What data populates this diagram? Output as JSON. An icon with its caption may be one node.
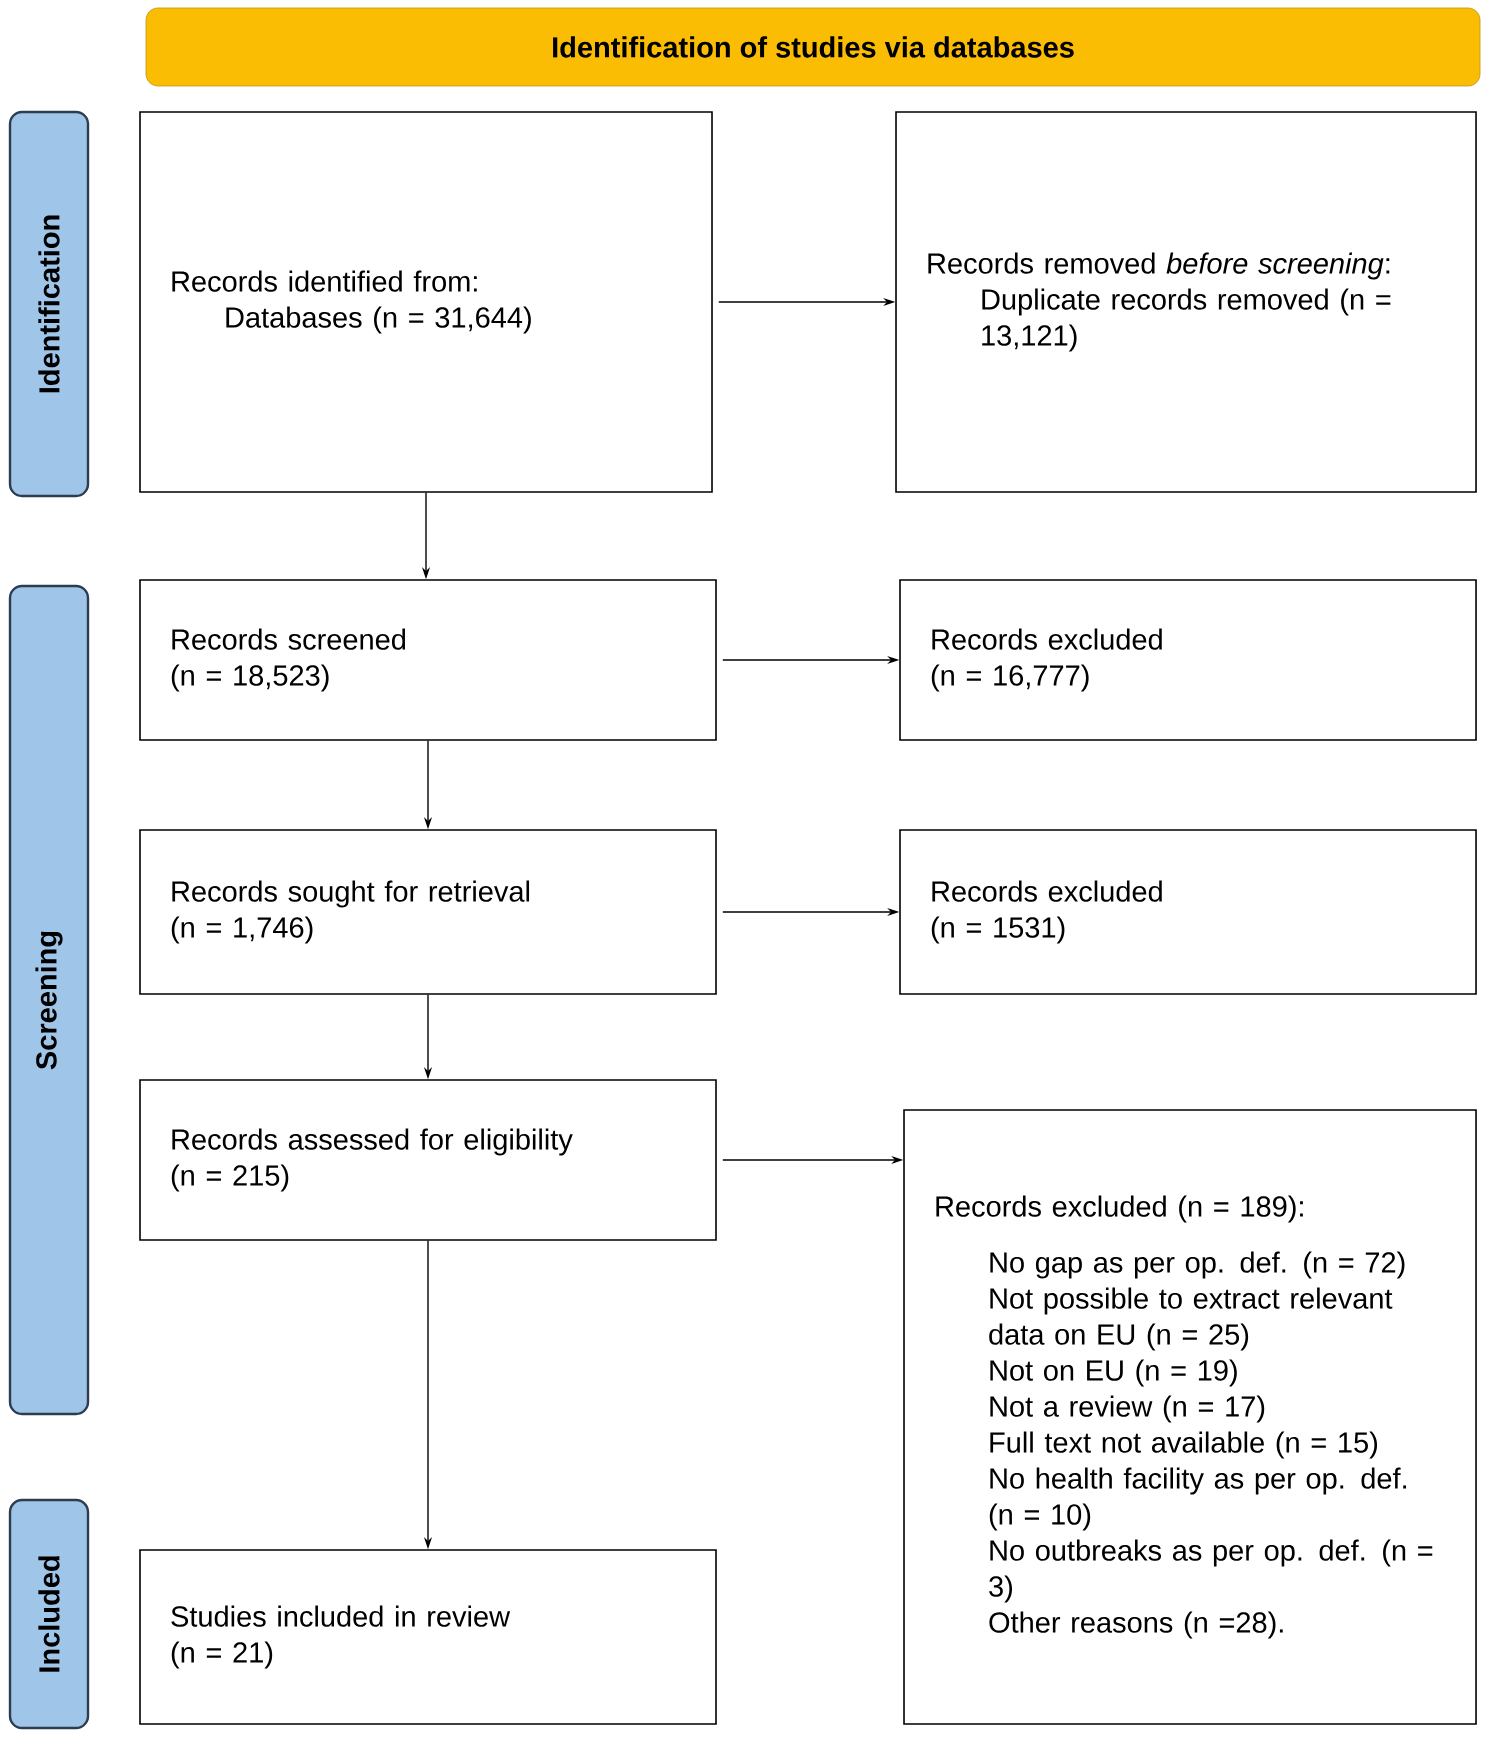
{
  "diagram": {
    "nodes": [
      {
        "text": [
          "Identification of studies via databases"
        ]
      },
      {
        "text": [
          "Identification"
        ]
      },
      {
        "text": [
          "Screening"
        ]
      },
      {
        "text": [
          "Included"
        ]
      },
      {
        "text": [
          "Records identified from:",
          "Databases (n = 31,644)"
        ]
      },
      {
        "text": [
          "Records removed *before screening*:",
          "Duplicate records removed (n = 13,121)"
        ]
      },
      {
        "text": [
          "Records screened",
          "(n = 18,523)"
        ]
      },
      {
        "text": [
          "Records excluded",
          "(n = 16,777)"
        ]
      },
      {
        "text": [
          "Records sought for retrieval",
          "(n = 1,746)"
        ]
      },
      {
        "text": [
          "Records excluded",
          "(n = 1531)"
        ]
      },
      {
        "text": [
          "Records assessed for eligibility",
          "(n = 215)"
        ]
      },
      {
        "text": [
          "Records excluded (n = 189):",
          "No gap as per op. def. (n = 72)",
          "Not possible to extract relevant data on EU (n = 25)",
          "Not on EU (n = 19)",
          "Not a review (n = 17)",
          "Full text not available (n = 15)",
          "No health facility as per op. def. (n = 10)",
          "No outbreaks as per op. def. (n = 3)",
          "Other reasons (n =28)."
        ]
      },
      {
        "text": [
          "Studies included in review",
          "(n = 21)"
        ]
      }
    ],
    "edges": [
      {
        "from": 4,
        "to": 5,
        "arrow": "to"
      },
      {
        "from": 4,
        "to": 6,
        "arrow": "to"
      },
      {
        "from": 6,
        "to": 7,
        "arrow": "to"
      },
      {
        "from": 6,
        "to": 8,
        "arrow": "to"
      },
      {
        "from": 8,
        "to": 9,
        "arrow": "to"
      },
      {
        "from": 8,
        "to": 10,
        "arrow": "to"
      },
      {
        "from": 10,
        "to": 11,
        "arrow": "to"
      },
      {
        "from": 10,
        "to": 12,
        "arrow": "to"
      }
    ]
  }
}
